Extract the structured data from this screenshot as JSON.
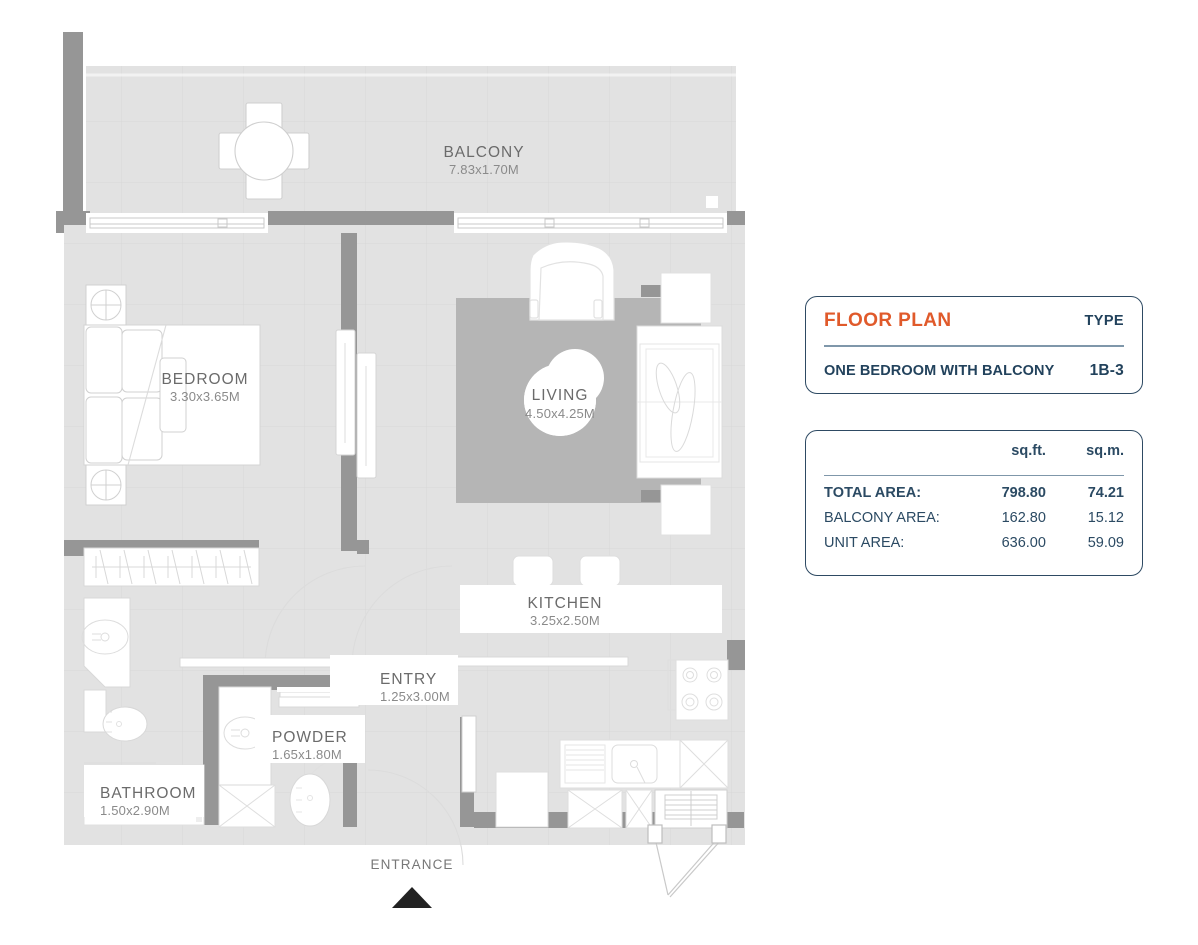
{
  "plan": {
    "title": "Floor plan drawing",
    "rooms": [
      {
        "key": "balcony",
        "name": "BALCONY",
        "dims": "7.83x1.70M"
      },
      {
        "key": "bedroom",
        "name": "BEDROOM",
        "dims": "3.30x3.65M"
      },
      {
        "key": "living",
        "name": "LIVING",
        "dims": "4.50x4.25M"
      },
      {
        "key": "kitchen",
        "name": "KITCHEN",
        "dims": "3.25x2.50M"
      },
      {
        "key": "entry",
        "name": "ENTRY",
        "dims": "1.25x3.00M"
      },
      {
        "key": "powder",
        "name": "POWDER",
        "dims": "1.65x1.80M"
      },
      {
        "key": "bathroom",
        "name": "BATHROOM",
        "dims": "1.50x2.90M"
      }
    ],
    "entrance_label": "ENTRANCE",
    "colors": {
      "wall": "#969696",
      "floor": "#e2e2e2",
      "living_rug": "#b5b5b5",
      "furniture_outline": "#cfcfcf",
      "label_text": "#6b6b6b"
    }
  },
  "floor_plan_panel": {
    "title": "FLOOR PLAN",
    "type_header": "TYPE",
    "unit_name": "ONE BEDROOM WITH BALCONY",
    "unit_code": "1B-3"
  },
  "area_panel": {
    "columns": [
      "",
      "sq.ft.",
      "sq.m."
    ],
    "rows": [
      {
        "label": "TOTAL AREA:",
        "sqft": "798.80",
        "sqm": "74.21",
        "emphasis": true
      },
      {
        "label": "BALCONY AREA:",
        "sqft": "162.80",
        "sqm": "15.12",
        "emphasis": false
      },
      {
        "label": "UNIT AREA:",
        "sqft": "636.00",
        "sqm": "59.09",
        "emphasis": false
      }
    ]
  },
  "theme": {
    "accent_orange": "#e05a2b",
    "panel_navy": "#22425c",
    "panel_border": "#2e4a63",
    "rule_blue": "#7f97aa"
  }
}
